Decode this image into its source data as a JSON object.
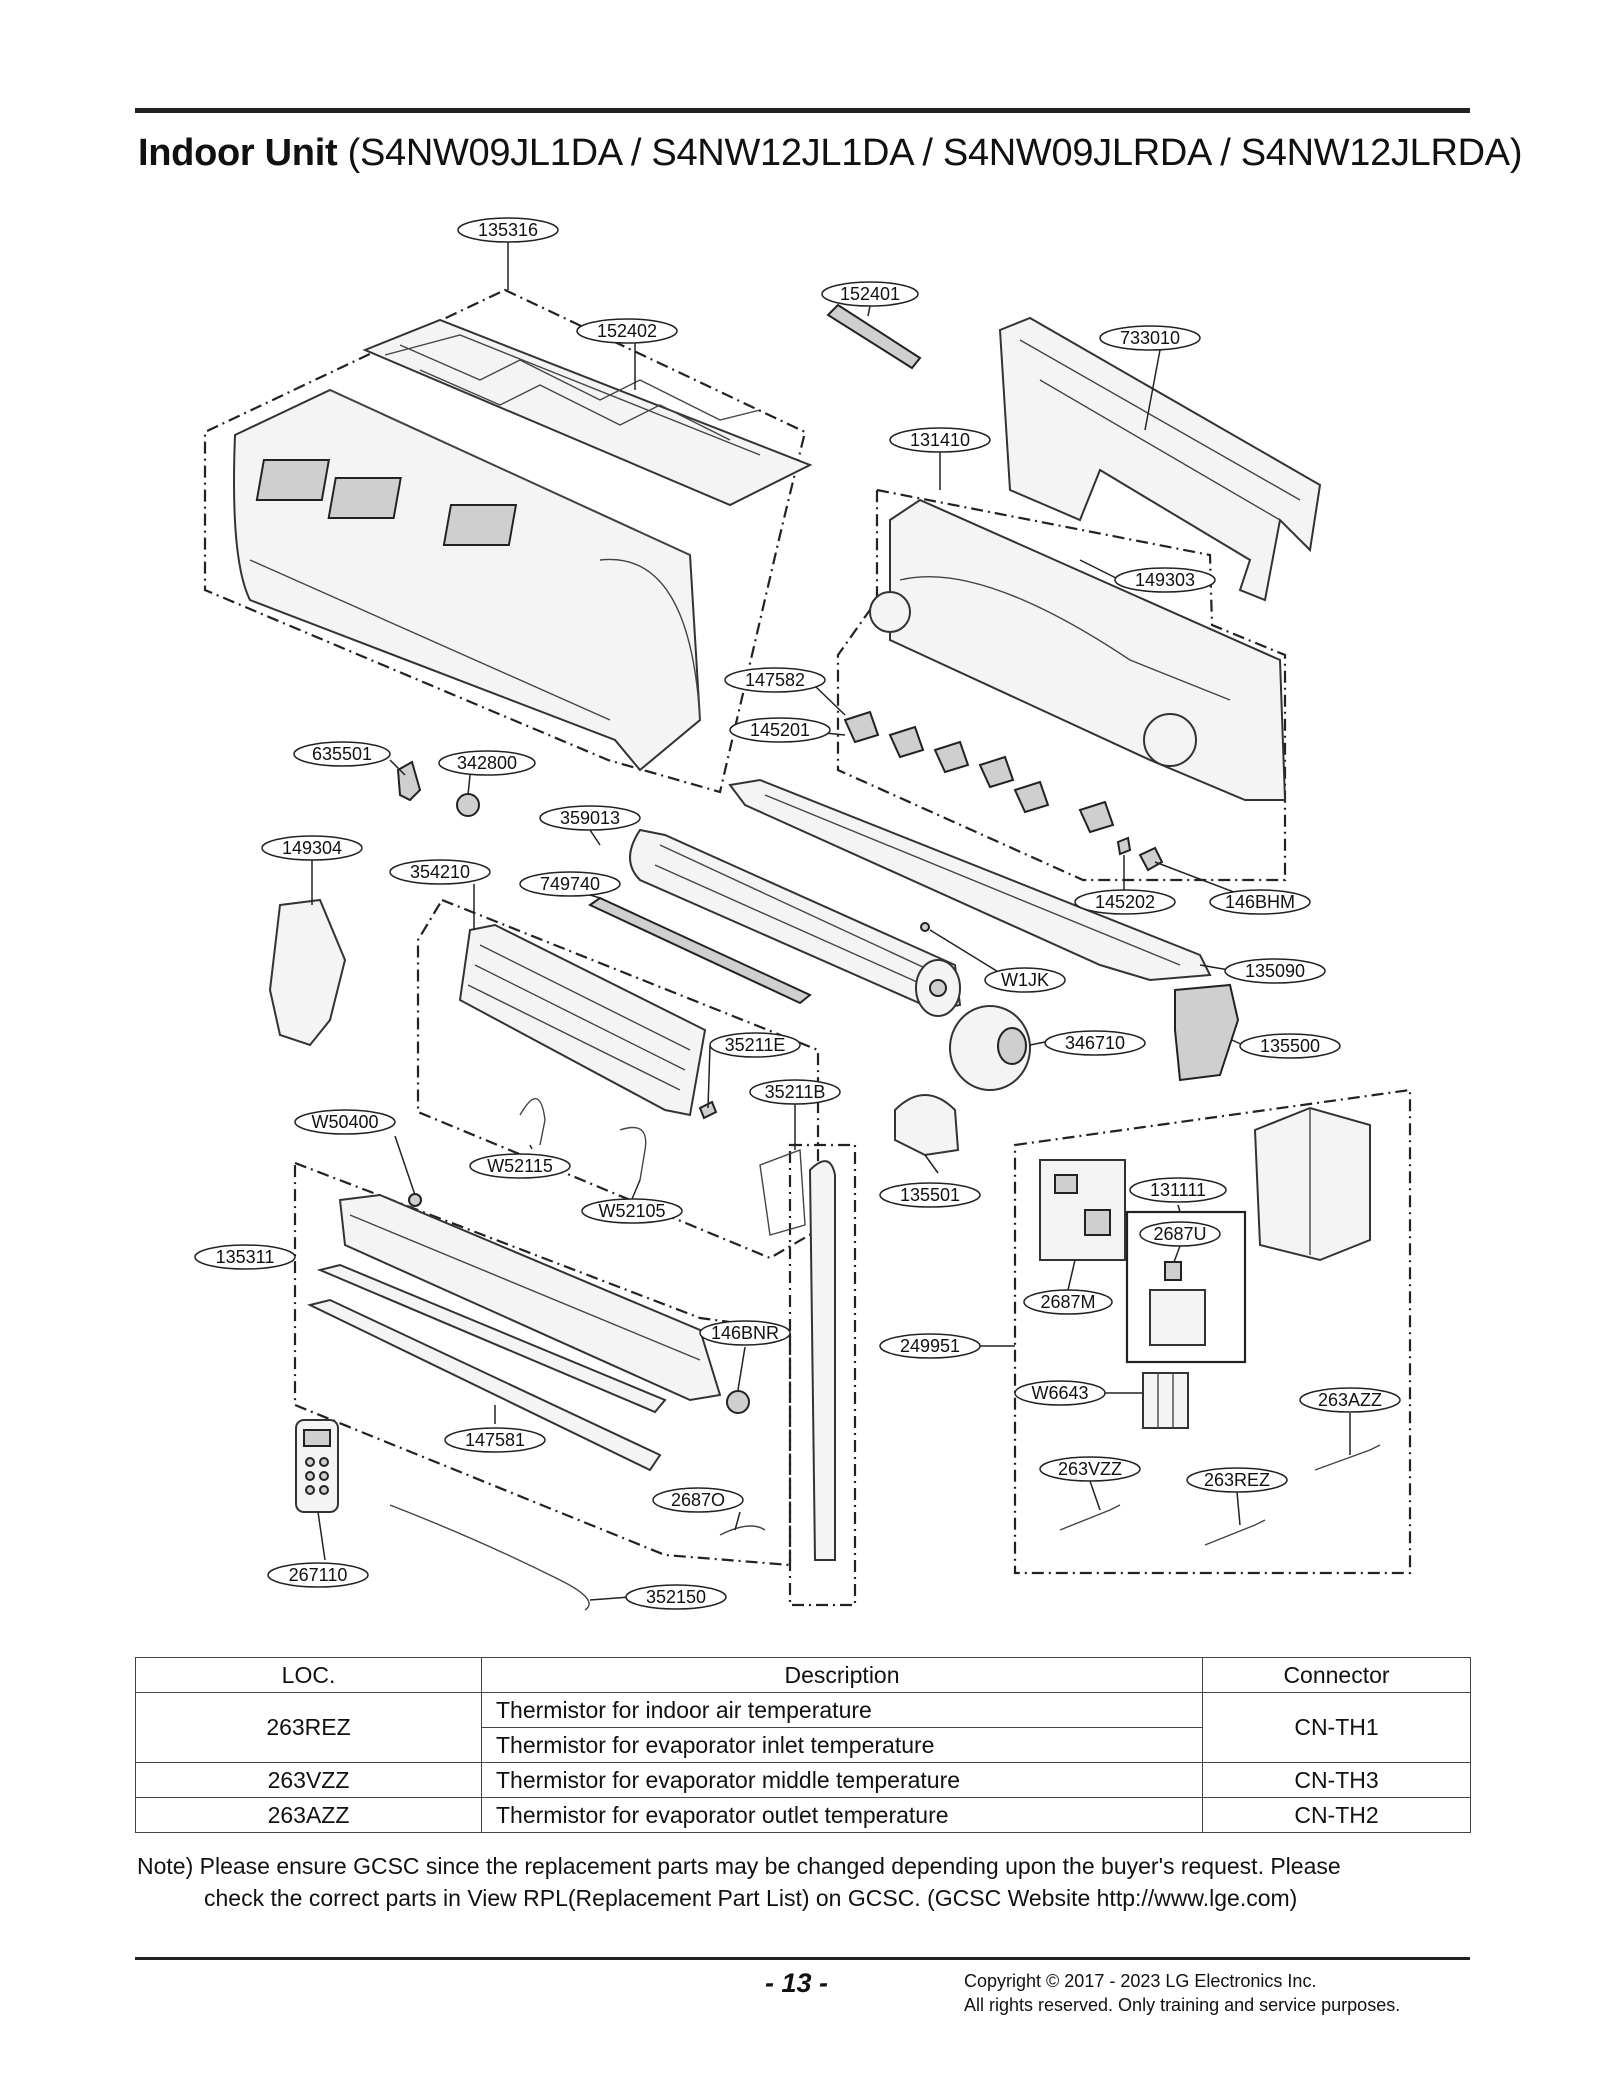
{
  "header": {
    "title_bold": "Indoor Unit",
    "title_models": " (S4NW09JL1DA / S4NW12JL1DA / S4NW09JLRDA / S4NW12JLRDA)"
  },
  "diagram": {
    "labels": {
      "l135316": "135316",
      "l152401": "152401",
      "l152402": "152402",
      "l733010": "733010",
      "l131410": "131410",
      "l149303": "149303",
      "l147582": "147582",
      "l145201": "145201",
      "l635501": "635501",
      "l342800": "342800",
      "l359013": "359013",
      "l149304": "149304",
      "l354210": "354210",
      "l749740": "749740",
      "l145202": "145202",
      "l146BHM": "146BHM",
      "l135090": "135090",
      "lW1JK": "W1JK",
      "l346710": "346710",
      "l135500": "135500",
      "l35211E": "35211E",
      "l35211B": "35211B",
      "lW50400": "W50400",
      "lW52115": "W52115",
      "lW52105": "W52105",
      "l135501": "135501",
      "l131111": "131111",
      "l2687U": "2687U",
      "l135311": "135311",
      "l146BNR": "146BNR",
      "l2687M": "2687M",
      "l249951": "249951",
      "lW6643": "W6643",
      "l263AZZ": "263AZZ",
      "l147581": "147581",
      "l263VZZ": "263VZZ",
      "l263REZ": "263REZ",
      "l2687O": "2687O",
      "l267110": "267110",
      "l352150": "352150"
    }
  },
  "table": {
    "headers": [
      "LOC.",
      "Description",
      "Connector"
    ],
    "rows": [
      {
        "loc": "263REZ",
        "desc1": "Thermistor for indoor air temperature",
        "desc2": "Thermistor for evaporator inlet temperature",
        "connector": "CN-TH1"
      },
      {
        "loc": "263VZZ",
        "desc": "Thermistor for evaporator middle temperature",
        "connector": "CN-TH3"
      },
      {
        "loc": "263AZZ",
        "desc": "Thermistor for evaporator outlet temperature",
        "connector": "CN-TH2"
      }
    ]
  },
  "note": {
    "line1": "Note) Please ensure GCSC since the replacement parts may be changed depending upon the buyer's request. Please",
    "line2": "check the correct parts in View RPL(Replacement Part List) on GCSC. (GCSC Website http://www.lge.com)"
  },
  "footer": {
    "page_number": "- 13 -",
    "copyright_line1": "Copyright © 2017 - 2023 LG Electronics Inc.",
    "copyright_line2": "All rights reserved. Only training and service purposes."
  }
}
